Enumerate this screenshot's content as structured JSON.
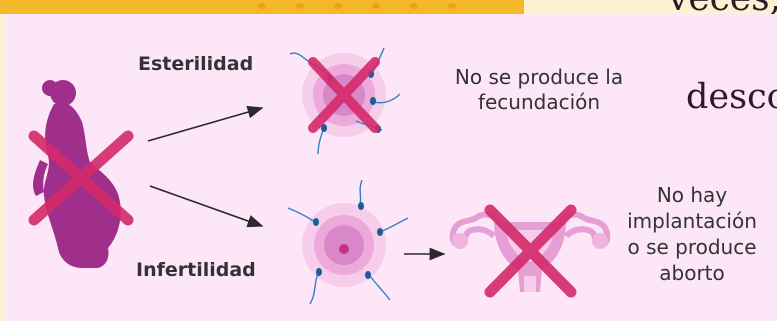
{
  "background_text": {
    "top": "veces,",
    "middle": "desco"
  },
  "labels": {
    "sterility": "Esterilidad",
    "infertility": "Infertilidad"
  },
  "captions": {
    "no_fertilization_line1": "No se produce la",
    "no_fertilization_line2": "fecundación",
    "no_implantation_line1": "No hay",
    "no_implantation_line2": "implantación",
    "no_implantation_line3": "o se produce",
    "no_implantation_line4": "aborto"
  },
  "colors": {
    "panel_bg": "#fde6f7",
    "silhouette": "#a02f8c",
    "cross": "#d42a6a",
    "cell_light": "#f0b4de",
    "cell_mid": "#d888c8",
    "uterus": "#e69fd4",
    "sperm": "#2f82c8",
    "banner": "#f4b82a"
  },
  "icons": [
    "pregnant-woman-icon",
    "egg-cell-icon",
    "sperm-icon",
    "uterus-icon",
    "cross-icon",
    "arrow-icon"
  ]
}
